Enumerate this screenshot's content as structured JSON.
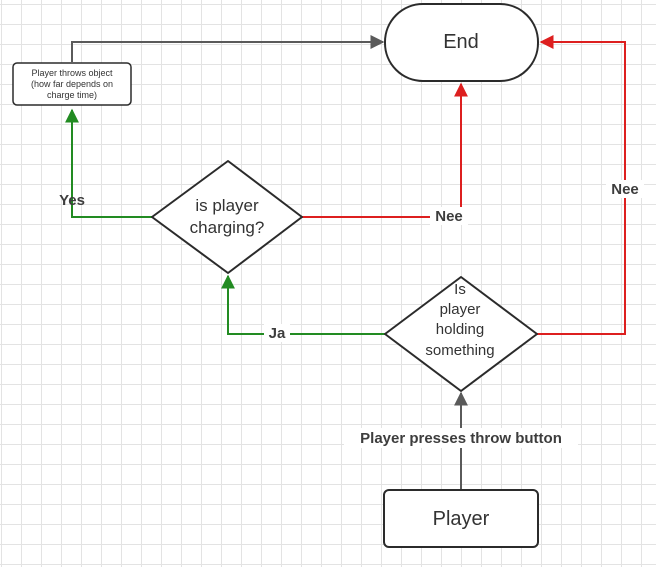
{
  "diagram": {
    "nodes": {
      "end": {
        "label": "End"
      },
      "throw": {
        "lines": [
          "Player throws object",
          "(how far depends on",
          "charge time)"
        ]
      },
      "charging": {
        "lines": [
          "is player",
          "charging?"
        ]
      },
      "holding": {
        "lines": [
          "Is",
          "player",
          "holding",
          "something"
        ]
      },
      "player": {
        "label": "Player"
      }
    },
    "edges": {
      "throw_to_end": {
        "label": ""
      },
      "charging_yes": {
        "label": "Yes"
      },
      "charging_no": {
        "label": "Nee"
      },
      "holding_no": {
        "label": "Nee"
      },
      "holding_yes": {
        "label": "Ja"
      },
      "player_to_holding": {
        "label": "Player presses throw button"
      }
    },
    "colors": {
      "yes_edge": "#228b22",
      "no_edge": "#dd1f1f",
      "neutral_edge": "#5a5a5a",
      "node_stroke": "#2b2b2b",
      "grid": "#e3e3e3"
    }
  }
}
